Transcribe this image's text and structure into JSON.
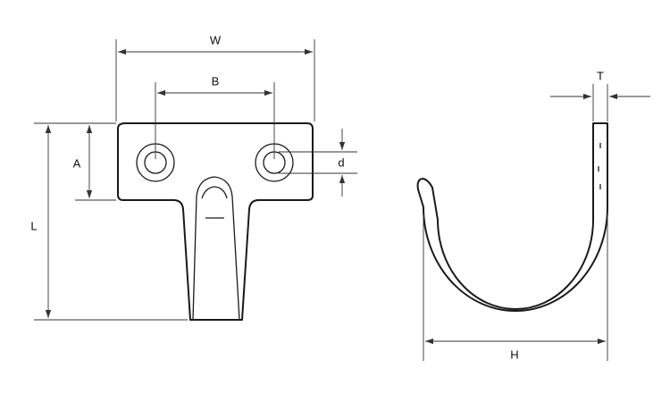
{
  "front_view": {
    "labels": {
      "width": "W",
      "hole_spacing": "B",
      "hole_offset": "A",
      "length": "L",
      "hole_diameter": "d"
    }
  },
  "side_view": {
    "labels": {
      "thickness": "T",
      "hook_width": "H"
    }
  },
  "colors": {
    "line": "#1a1a1a",
    "dimension": "#333333",
    "background": "#ffffff"
  }
}
